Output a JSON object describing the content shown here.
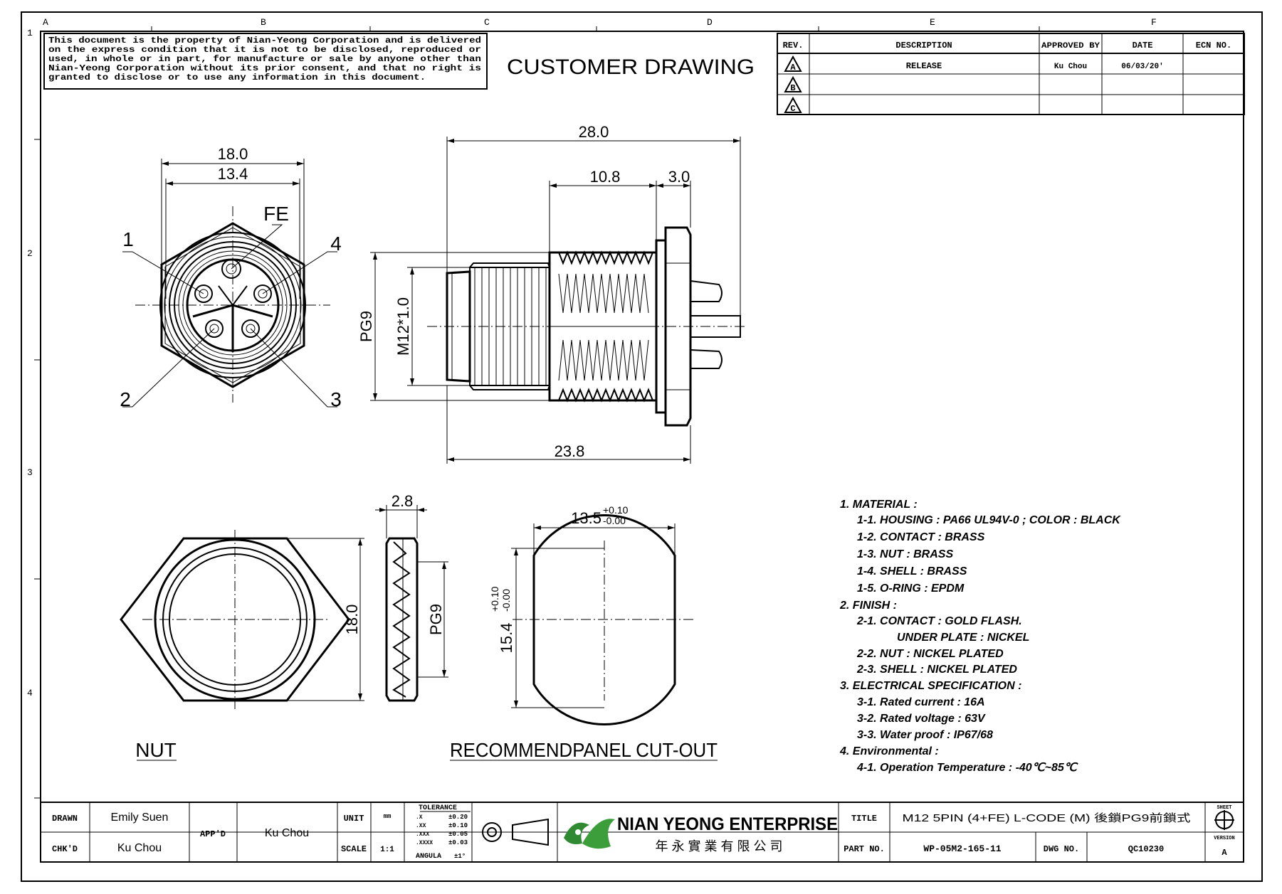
{
  "page": {
    "zone_letters": [
      "A",
      "B",
      "C",
      "D",
      "E",
      "F"
    ],
    "zone_numbers": [
      "1",
      "2",
      "3",
      "4"
    ]
  },
  "notice": {
    "lines": [
      "This document is the property of Nian-Yeong Corporation and is delivered",
      "on  the  express condition that it is not to be disclosed, reproduced or",
      "used, in whole or in part, for manufacture or sale by anyone other than",
      "Nian-Yeong Corporation without  its prior consent, and that  no right  is",
      "granted to disclose or  to use any information in this  document."
    ]
  },
  "drawing_title": "CUSTOMER  DRAWING",
  "revision_table": {
    "headers": [
      "REV.",
      "DESCRIPTION",
      "APPROVED BY",
      "DATE",
      "ECN NO."
    ],
    "rows": [
      {
        "rev": "A",
        "description": "RELEASE",
        "approved": "Ku Chou",
        "date": "06/03/20'",
        "ecn": ""
      },
      {
        "rev": "B",
        "description": "",
        "approved": "",
        "date": "",
        "ecn": ""
      },
      {
        "rev": "C",
        "description": "",
        "approved": "",
        "date": "",
        "ecn": ""
      }
    ]
  },
  "front_view": {
    "dim_outer": "18.0",
    "dim_inner": "13.4",
    "pin_fe": "FE",
    "pin_1": "1",
    "pin_2": "2",
    "pin_3": "3",
    "pin_4": "4"
  },
  "side_view": {
    "dim_total": "28.0",
    "dim_thread": "10.8",
    "dim_flange": "3.0",
    "dim_body": "23.8",
    "label_pg9": "PG9",
    "label_m12": "M12*1.0"
  },
  "nut_view": {
    "dim_thickness": "2.8",
    "dim_height": "18.0",
    "label_pg9": "PG9",
    "caption": "NUT"
  },
  "cutout_view": {
    "dim_width": "13.5",
    "dim_width_tol_upper": "+0.10",
    "dim_width_tol_lower": "-0.00",
    "dim_height": "15.4",
    "dim_height_tol_upper": "+0.10",
    "dim_height_tol_lower": "-0.00",
    "caption": "RECOMMENDPANEL  CUT-OUT"
  },
  "notes": [
    "1. MATERIAL :",
    "1-1. HOUSING : PA66  UL94V-0 ; COLOR : BLACK",
    "1-2. CONTACT : BRASS",
    "1-3. NUT : BRASS",
    "1-4. SHELL : BRASS",
    "1-5. O-RING : EPDM",
    "2. FINISH :",
    "2-1. CONTACT : GOLD  FLASH.",
    "UNDER PLATE : NICKEL",
    "2-2. NUT : NICKEL PLATED",
    "2-3. SHELL : NICKEL PLATED",
    "3. ELECTRICAL  SPECIFICATION :",
    "3-1. Rated  current : 16A",
    "3-2. Rated  voltage : 63V",
    "3-3. Water proof : IP67/68",
    "4. Environmental :",
    "4-1. Operation  Temperature : -40℃~85℃"
  ],
  "title_block": {
    "drawn_label": "DRAWN",
    "drawn_value": "Emily Suen",
    "chkd_label": "CHK'D",
    "chkd_value": "Ku Chou",
    "appd_label": "APP'D",
    "appd_value": "Ku Chou",
    "unit_label": "UNIT",
    "unit_value": "mm",
    "scale_label": "SCALE",
    "scale_value": "1:1",
    "tolerance_label": "TOLERANCE",
    "tol_rows": [
      {
        "k": ".X",
        "v": "±0.20"
      },
      {
        "k": ".XX",
        "v": "±0.10"
      },
      {
        "k": ".XXX",
        "v": "±0.05"
      },
      {
        "k": ".XXXX",
        "v": "±0.03"
      },
      {
        "k": "ANGULA",
        "v": "±1°"
      }
    ],
    "company_name": "NIAN YEONG ENTERPRISE",
    "company_name_cn": "年 永 實 業 有 限 公 司",
    "title_label": "TITLE",
    "title_value": "M12 5PIN (4+FE) L-CODE (M) 後鎖PG9前鎖式",
    "partno_label": "PART NO.",
    "partno_value": "WP-05M2-165-11",
    "dwgno_label": "DWG NO.",
    "dwgno_value": "QC10230",
    "sheet_label": "SHEET",
    "version_label": "VERSION",
    "version_value": "A"
  }
}
